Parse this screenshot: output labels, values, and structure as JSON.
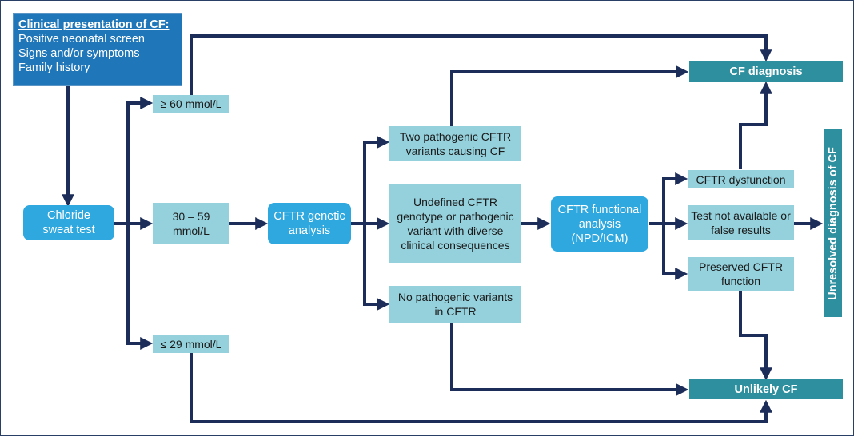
{
  "diagram": {
    "title": "CF diagnostic algorithm",
    "colors": {
      "connector": "#1d2d5a",
      "presentation_box": "#1f76b8",
      "process_box": "#2fa8df",
      "result_box": "#95d1dc",
      "outcome_box": "#2e8f9e"
    },
    "presentation": {
      "heading": "Clinical presentation of CF:",
      "lines": [
        "Positive neonatal screen",
        "Signs and/or symptoms",
        "Family history"
      ]
    },
    "sweat_test": "Chloride sweat test",
    "sweat_results": {
      "high": "≥ 60 mmol/L",
      "intermediate": "30 – 59 mmol/L",
      "low": "≤ 29 mmol/L"
    },
    "genetic_analysis": "CFTR genetic analysis",
    "genetic_results": {
      "two_variants": "Two pathogenic CFTR variants causing CF",
      "undefined": "Undefined CFTR genotype or pathogenic variant with diverse clinical consequences",
      "none": "No pathogenic variants in CFTR"
    },
    "functional_analysis": "CFTR functional analysis (NPD/ICM)",
    "functional_results": {
      "dysfunction": "CFTR dysfunction",
      "not_available": "Test not available or false results",
      "preserved": "Preserved CFTR function"
    },
    "outcomes": {
      "cf_diagnosis": "CF diagnosis",
      "unlikely": "Unlikely CF",
      "unresolved": "Unresolved diagnosis of CF"
    }
  }
}
